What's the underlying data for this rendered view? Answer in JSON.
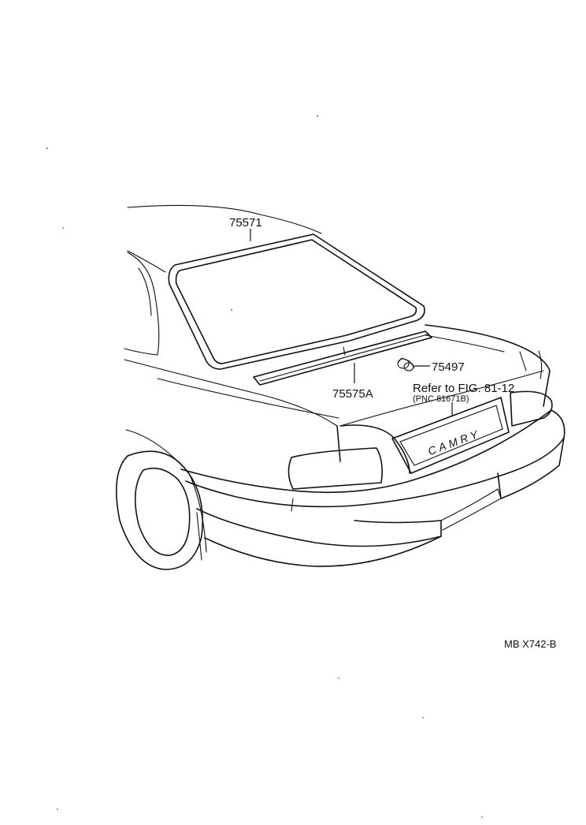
{
  "diagram": {
    "emblem_text": "CAMRY",
    "callouts": {
      "glass_weatherstrip": "75571",
      "lower_moulding": "75575A",
      "clip": "75497",
      "refer_fig": "Refer to FIG. 81-12",
      "refer_pnc": "(PNC 81671B)"
    },
    "figure_code": "MB X742-B"
  }
}
